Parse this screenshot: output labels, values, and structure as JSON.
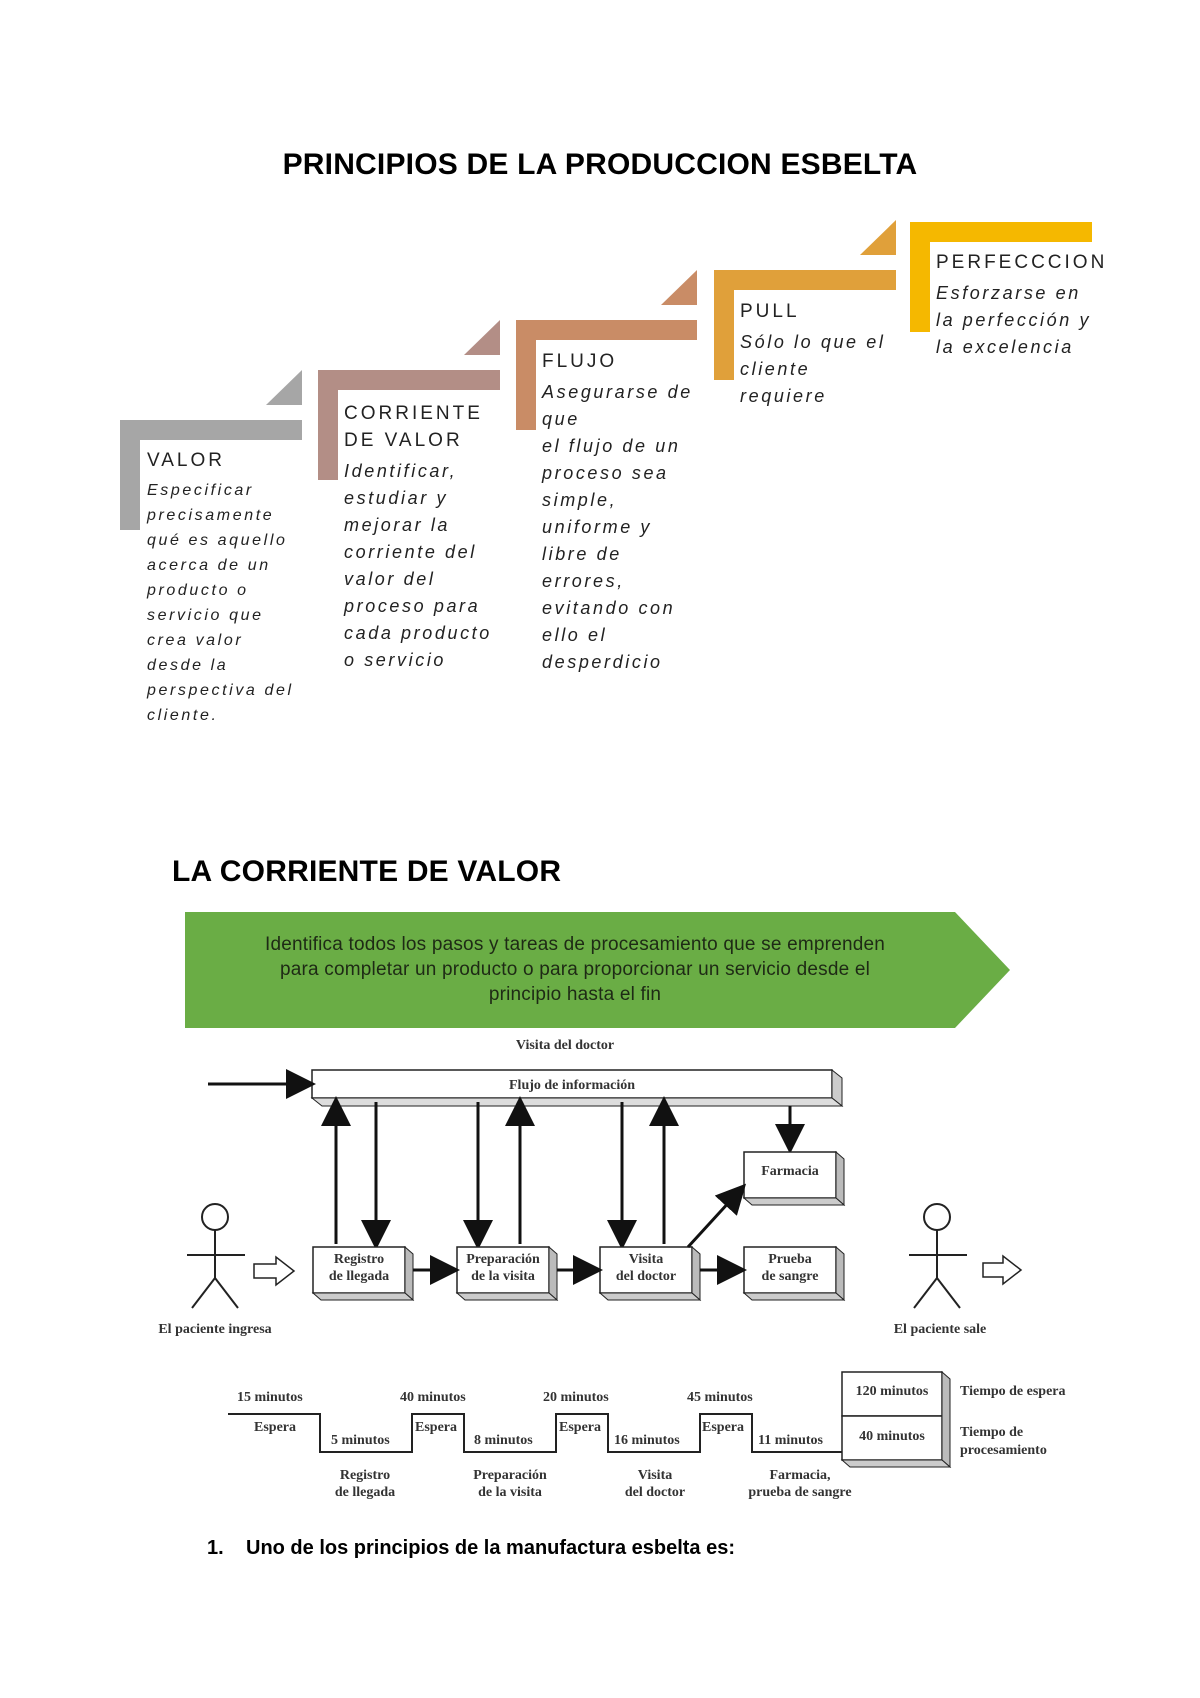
{
  "title": "PRINCIPIOS DE LA PRODUCCION ESBELTA",
  "principles": [
    {
      "title": "VALOR",
      "text": [
        "Especificar",
        "precisamente",
        "qué es aquello",
        "acerca de un",
        "producto o",
        "servicio que",
        "crea valor",
        "desde la",
        "perspectiva del",
        "cliente."
      ],
      "color": "#A6A6A6"
    },
    {
      "title": "CORRIENTE DE VALOR",
      "text": [
        "Identificar,",
        "estudiar y",
        "mejorar la",
        "corriente del",
        "valor del",
        "proceso para",
        "cada producto",
        "o servicio"
      ],
      "color": "#B38E86"
    },
    {
      "title": "FLUJO",
      "text": [
        "Asegurarse de",
        "que",
        "el flujo de un",
        "proceso sea",
        "simple,",
        "uniforme y",
        "libre de",
        "errores,",
        "evitando con",
        "ello el",
        "desperdicio"
      ],
      "color": "#C98C66"
    },
    {
      "title": "PULL",
      "text": [
        "Sólo lo que el",
        "cliente",
        "requiere"
      ],
      "color": "#E0A03A"
    },
    {
      "title": "PERFECCCION",
      "text": [
        "Esforzarse en",
        "la perfección y",
        "la excelencia"
      ],
      "color": "#F5B800"
    }
  ],
  "section2_title": "LA CORRIENTE DE VALOR",
  "banner": {
    "lines": [
      "Identifica todos los pasos y tareas de procesamiento que se emprenden",
      "para completar un producto o para proporcionar un servicio desde el",
      "principio hasta el fin"
    ],
    "color": "#6AAD45"
  },
  "diagram": {
    "top_label": "Visita del doctor",
    "info_flow": "Flujo de información",
    "farmacia": "Farmacia",
    "boxes": [
      [
        "Registro",
        "de llegada"
      ],
      [
        "Preparación",
        "de la visita"
      ],
      [
        "Visita",
        "del doctor"
      ],
      [
        "Prueba",
        "de sangre"
      ]
    ],
    "patient_in": "El paciente ingresa",
    "patient_out": "El paciente sale"
  },
  "timeline": {
    "waits": [
      "15 minutos",
      "40 minutos",
      "20 minutos",
      "45 minutos"
    ],
    "wait_label": "Espera",
    "process": [
      "5 minutos",
      "8 minutos",
      "16 minutos",
      "11 minutos"
    ],
    "steps": [
      [
        "Registro",
        "de llegada"
      ],
      [
        "Preparación",
        "de la visita"
      ],
      [
        "Visita",
        "del doctor"
      ],
      [
        "Farmacia,",
        "prueba de sangre"
      ]
    ],
    "total_wait": "120 minutos",
    "total_process": "40 minutos",
    "legend_wait": "Tiempo de espera",
    "legend_process": [
      "Tiempo de",
      "procesamiento"
    ]
  },
  "question": {
    "number": "1.",
    "text": "Uno de los principios de la manufactura esbelta es:"
  }
}
